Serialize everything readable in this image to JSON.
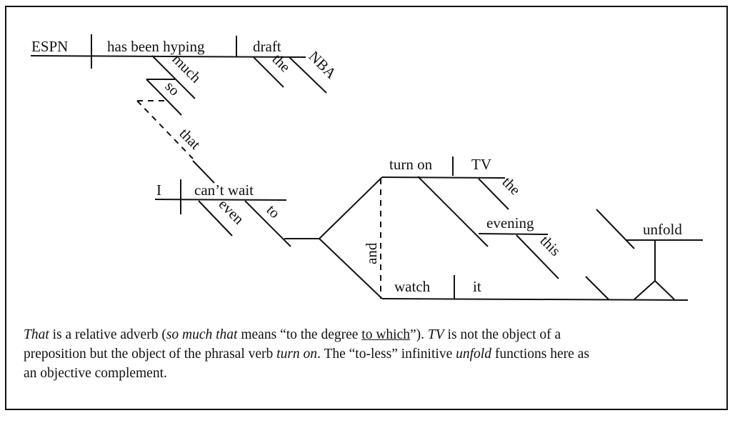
{
  "diagram": {
    "words": {
      "espn": "ESPN",
      "has_been_hyping": "has been hyping",
      "draft": "draft",
      "much": "much",
      "the1": "the",
      "nba": "NBA",
      "so": "so",
      "that": "that",
      "i": "I",
      "cant_wait": "can’t wait",
      "even": "even",
      "to": "to",
      "turn_on": "turn on",
      "tv": "TV",
      "the2": "the",
      "evening": "evening",
      "this": "this",
      "and": "and",
      "watch": "watch",
      "it": "it",
      "unfold": "unfold"
    }
  },
  "caption": {
    "l1a": "That",
    "l1b": " is a relative adverb (",
    "l1c": "so much that",
    "l1d": " means “to the degree ",
    "l1e": "to which",
    "l1f": "”). ",
    "l1g": "TV",
    "l1h": " is not the object of a",
    "l2a": "preposition but the object of the phrasal verb ",
    "l2b": "turn on",
    "l2c": ". The “to-less” infinitive ",
    "l2d": "unfold",
    "l2e": " functions here as",
    "l3a": "an objective complement."
  }
}
